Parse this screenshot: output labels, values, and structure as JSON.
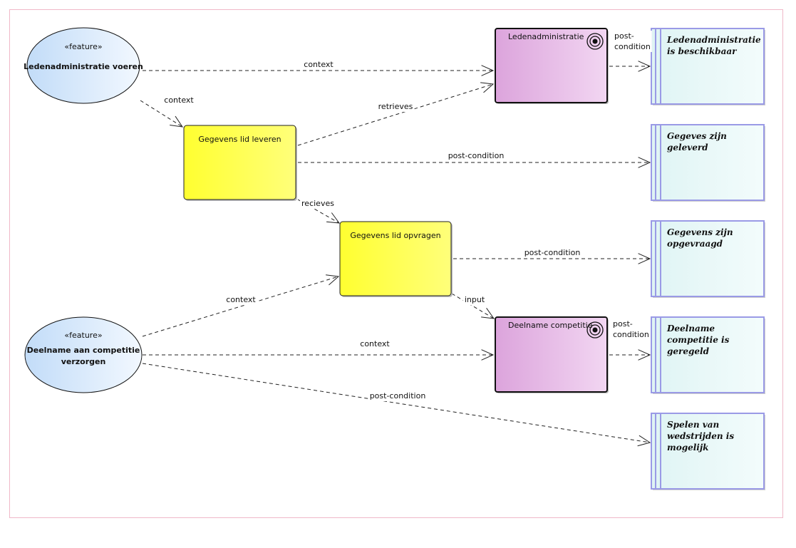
{
  "features": [
    {
      "id": "f1",
      "stereotype": "«feature»",
      "lines": [
        "Ledenadministratie voeren"
      ]
    },
    {
      "id": "f2",
      "stereotype": "«feature»",
      "lines": [
        "Deelname aan competitie",
        "verzorgen"
      ]
    }
  ],
  "processes": [
    {
      "id": "p1",
      "label": "Gegevens lid leveren"
    },
    {
      "id": "p2",
      "label": "Gegevens lid opvragen"
    }
  ],
  "objects": [
    {
      "id": "o1",
      "label": "Ledenadministratie"
    },
    {
      "id": "o2",
      "label": "Deelname competitie"
    }
  ],
  "goals": [
    {
      "id": "g1",
      "lines": [
        "Ledenadministratie",
        "is beschikbaar"
      ]
    },
    {
      "id": "g2",
      "lines": [
        "Gegeves zijn",
        "geleverd"
      ]
    },
    {
      "id": "g3",
      "lines": [
        "Gegevens zijn",
        "opgevraagd"
      ]
    },
    {
      "id": "g4",
      "lines": [
        "Deelname",
        "competitie is",
        "geregeld"
      ]
    },
    {
      "id": "g5",
      "lines": [
        "Spelen van",
        "wedstrijden is",
        "mogelijk"
      ]
    }
  ],
  "edges": [
    {
      "from": "f1",
      "to": "o1",
      "label": [
        "context"
      ]
    },
    {
      "from": "f1",
      "to": "p1",
      "label": [
        "context"
      ]
    },
    {
      "from": "p1",
      "to": "o1",
      "label": [
        "retrieves"
      ]
    },
    {
      "from": "p1",
      "to": "g2",
      "label": [
        "post-condition"
      ]
    },
    {
      "from": "p1",
      "to": "p2",
      "label": [
        "recieves"
      ]
    },
    {
      "from": "o1",
      "to": "g1",
      "label": [
        "post-",
        "condition"
      ]
    },
    {
      "from": "p2",
      "to": "g3",
      "label": [
        "post-condition"
      ]
    },
    {
      "from": "p2",
      "to": "o2",
      "label": [
        "input"
      ]
    },
    {
      "from": "f2",
      "to": "p2",
      "label": [
        "context"
      ]
    },
    {
      "from": "f2",
      "to": "o2",
      "label": [
        "context"
      ]
    },
    {
      "from": "f2",
      "to": "g5",
      "label": [
        "post-condition"
      ]
    },
    {
      "from": "o2",
      "to": "g4",
      "label": [
        "post-",
        "condition"
      ]
    }
  ],
  "colors": {
    "feature_fill": "#d0e6fa",
    "process_fill": "#ffff44",
    "object_fill": "#e4b0e4",
    "goal_fill": "#e6f8f8",
    "goal_stroke": "#9a9ae6",
    "frame": "#f0b8c8"
  }
}
